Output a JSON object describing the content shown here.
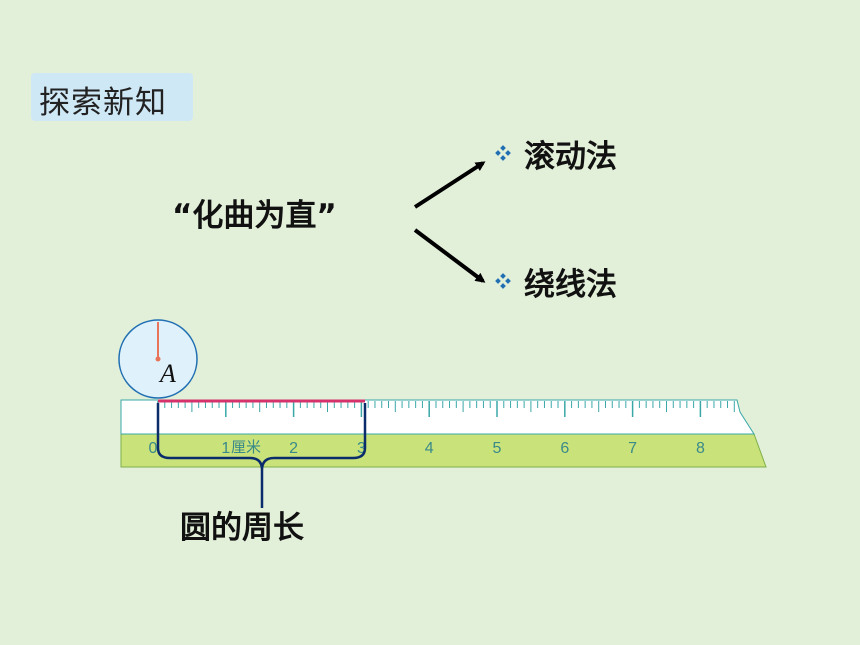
{
  "section_tag": "探索新知",
  "concept": "“化曲为直”",
  "methods": [
    {
      "label": "滚动法"
    },
    {
      "label": "绕线法"
    }
  ],
  "circle_point_label": "A",
  "ruler": {
    "unit_label": "厘米",
    "tick_numbers": [
      "0",
      "1",
      "2",
      "3",
      "4",
      "5",
      "6",
      "7",
      "8"
    ]
  },
  "caption": "圆的周长",
  "colors": {
    "background": "#e2efd9",
    "tag_background": "#cfe8f5",
    "ruler_body": "#c9e27a",
    "ruler_top": "#ffffff",
    "ruler_ticks": "#3aa7a7",
    "measure_line": "#d6336c",
    "brace": "#0b2c6b",
    "bullet": "#1f6fb2"
  }
}
